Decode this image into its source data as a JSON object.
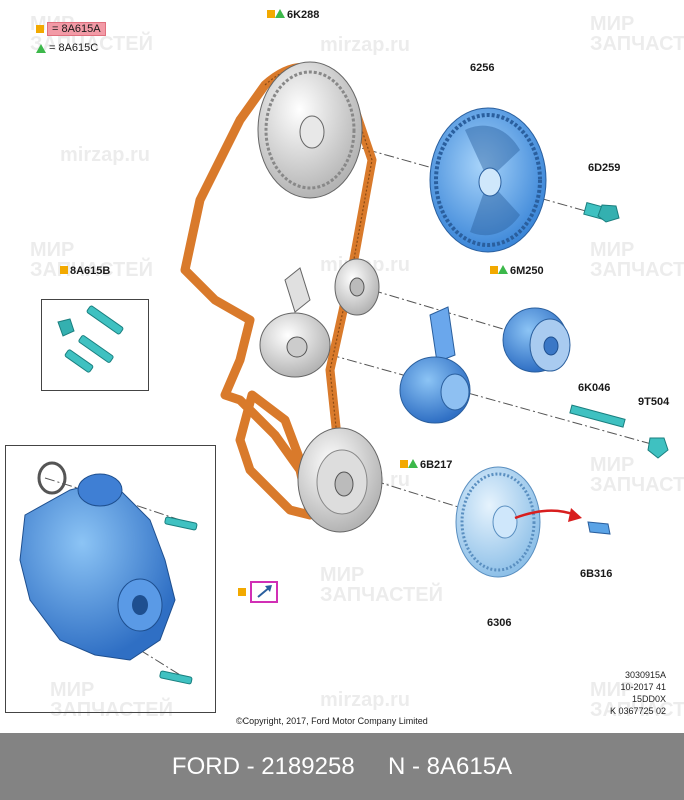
{
  "legend": {
    "item1": {
      "symbols": [
        "square"
      ],
      "text": "= 8A615A"
    },
    "item2": {
      "symbols": [
        "triangle"
      ],
      "text": "= 8A615C"
    }
  },
  "parts": [
    {
      "id": "6K288",
      "symbols": [
        "square",
        "triangle"
      ]
    },
    {
      "id": "6256",
      "symbols": []
    },
    {
      "id": "6D259",
      "symbols": []
    },
    {
      "id": "8A615B",
      "symbols": [
        "square"
      ]
    },
    {
      "id": "6M250",
      "symbols": [
        "square",
        "triangle"
      ]
    },
    {
      "id": "6K046",
      "symbols": []
    },
    {
      "id": "9T504",
      "symbols": []
    },
    {
      "id": "6B217",
      "symbols": [
        "square",
        "triangle"
      ]
    },
    {
      "id": "6B316",
      "symbols": []
    },
    {
      "id": "6306",
      "symbols": []
    }
  ],
  "watermark": {
    "line1": "МИР",
    "line2": "ЗАПЧАСТЕЙ",
    "site": "mirzap.ru"
  },
  "copyright": "©Copyright, 2017, Ford Motor Company Limited",
  "ref_codes": [
    "3030915A",
    "10-2017 41",
    "15DD0X",
    "K 0367725 02"
  ],
  "footer": {
    "brand": "FORD - 2189258",
    "code": "N - 8A615A"
  },
  "colors": {
    "belt": "#d97a2b",
    "part_blue": "#4a8fe0",
    "cam_blue": "#5aa3e6",
    "grey_part": "#d0d0d0",
    "highlight": "#f29aa6",
    "accent_square": "#f2a900",
    "accent_triangle": "#3cb84a"
  },
  "icons": [
    "square-icon",
    "triangle-icon",
    "arrow-icon"
  ]
}
